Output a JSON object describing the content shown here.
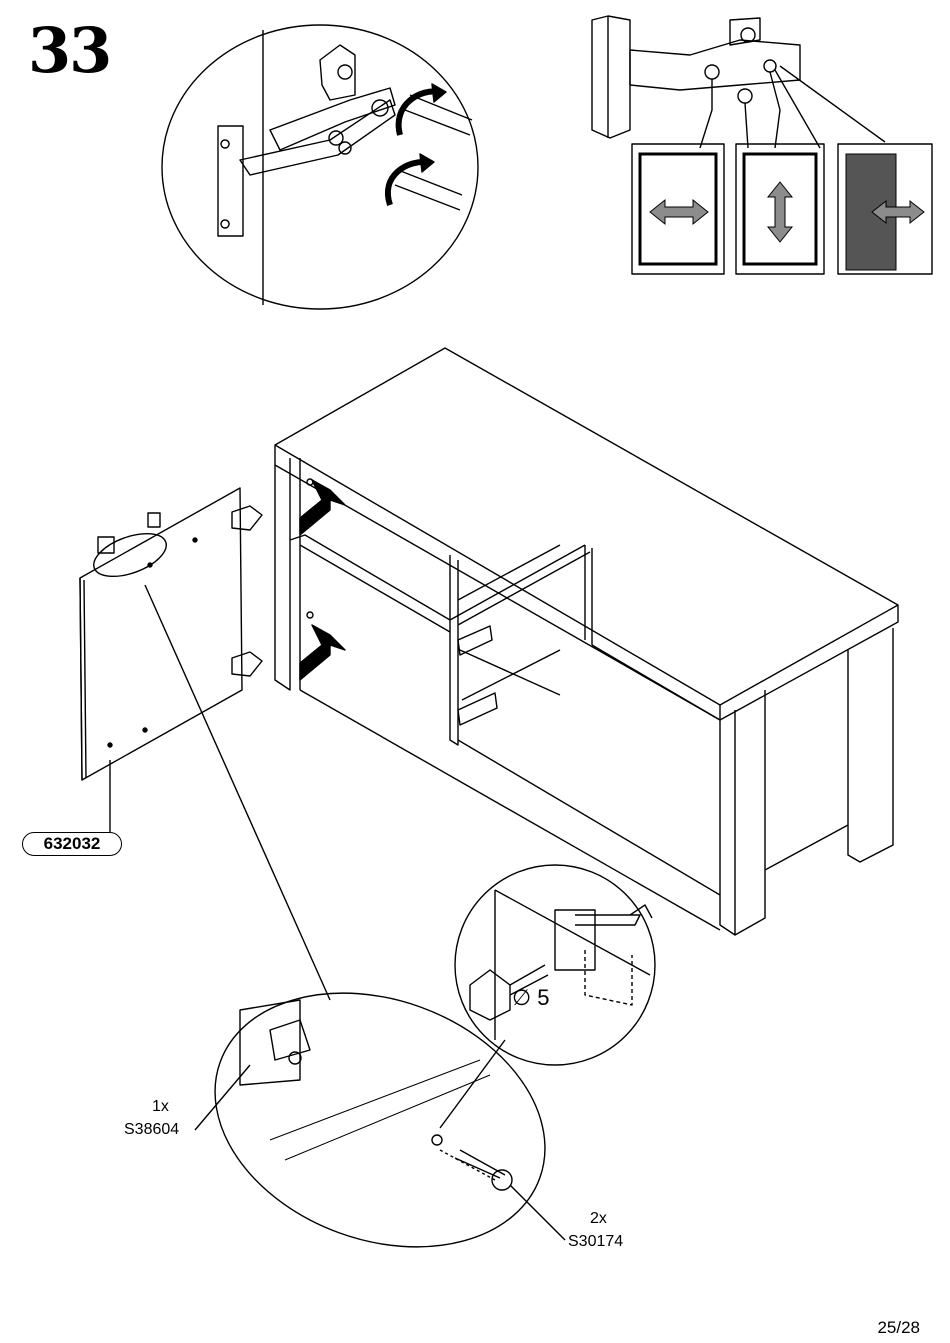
{
  "step_number": "33",
  "page_number": "25/28",
  "parts": {
    "door_code": "632032",
    "cap": {
      "qty": "1x",
      "code": "S38604"
    },
    "screw": {
      "qty": "2x",
      "code": "S30174"
    }
  },
  "drill_diameter": "5",
  "icons": {
    "hinge_adjust_horizontal": "double-arrow-horizontal-icon",
    "hinge_adjust_vertical": "double-arrow-vertical-icon",
    "hinge_adjust_depth": "double-arrow-depth-icon"
  },
  "colors": {
    "line": "#000000",
    "arrow_fill": "#8c8c8c",
    "dark_panel": "#555555"
  }
}
